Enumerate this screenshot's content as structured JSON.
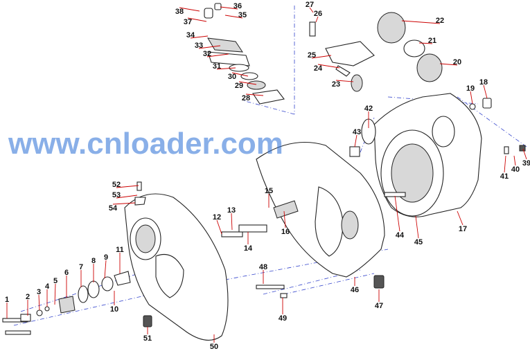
{
  "diagram": {
    "watermark": "www.cnloader.com",
    "part_labels": [
      "1",
      "2",
      "3",
      "4",
      "5",
      "6",
      "7",
      "8",
      "9",
      "10",
      "11",
      "12",
      "13",
      "14",
      "15",
      "16",
      "17",
      "18",
      "19",
      "20",
      "21",
      "22",
      "23",
      "24",
      "25",
      "26",
      "27",
      "28",
      "29",
      "30",
      "31",
      "32",
      "33",
      "34",
      "35",
      "36",
      "37",
      "38",
      "39",
      "40",
      "41",
      "42",
      "43",
      "44",
      "45",
      "46",
      "47",
      "48",
      "49",
      "50",
      "51",
      "52",
      "53",
      "54"
    ]
  }
}
